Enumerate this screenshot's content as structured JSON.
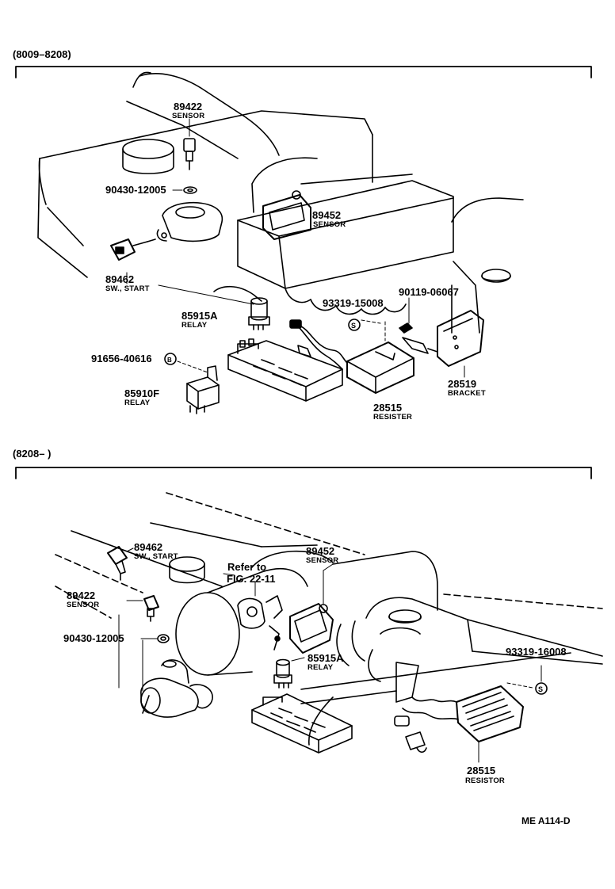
{
  "sections": [
    {
      "range": "(8009–8208)"
    },
    {
      "range": "(8208–        )"
    }
  ],
  "top_labels": {
    "p89422_num": "89422",
    "p89422_name": "SENSOR",
    "p90430_num": "90430-12005",
    "p89452_num": "89452",
    "p89452_name": "SENSOR",
    "p89462_num": "89462",
    "p89462_name": "SW., START",
    "p93319_num": "93319-15008",
    "p90119_num": "90119-06067",
    "p85915_num": "85915A",
    "p85915_name": "RELAY",
    "p91656_num": "91656-40616",
    "p85910_num": "85910F",
    "p85910_name": "RELAY",
    "p28515_num": "28515",
    "p28515_name": "RESISTER",
    "p28519_num": "28519",
    "p28519_name": "BRACKET"
  },
  "bottom_labels": {
    "p89462_num": "89462",
    "p89462_name": "SW., START",
    "p89452_num": "89452",
    "p89452_name": "SENSOR",
    "refer_1": "Refer to",
    "refer_2": "FIG. 22-11",
    "p89422_num": "89422",
    "p89422_name": "SENSOR",
    "p90430_num": "90430-12005",
    "p85915_num": "85915A",
    "p85915_name": "RELAY",
    "p93319_num": "93319-16008",
    "p28515_num": "28515",
    "p28515_name": "RESISTOR"
  },
  "footer_code": "ME  A114-D"
}
